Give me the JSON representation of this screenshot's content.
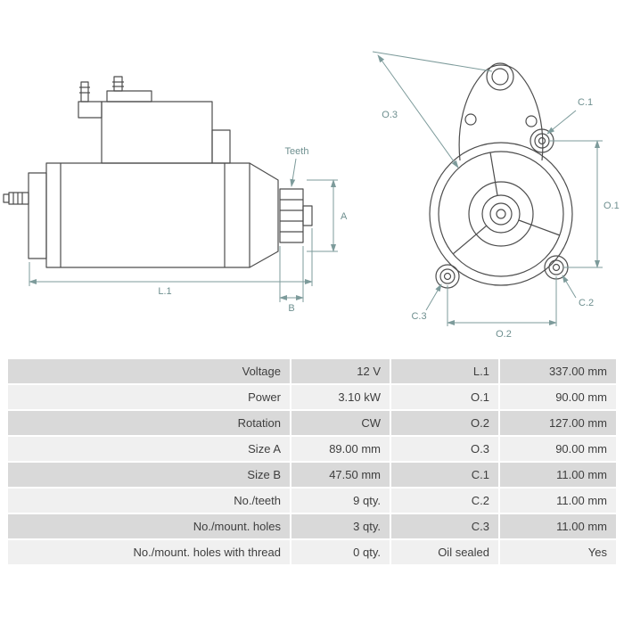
{
  "diagram": {
    "side_labels": {
      "teeth": "Teeth",
      "l1": "L.1",
      "b": "B",
      "a": "A"
    },
    "front_labels": {
      "o3": "O.3",
      "c1": "C.1",
      "o1": "O.1",
      "c2": "C.2",
      "c3": "C.3",
      "o2": "O.2"
    }
  },
  "table": {
    "rows": [
      {
        "c1": "Voltage",
        "c2": "12 V",
        "c3": "L.1",
        "c4": "337.00 mm"
      },
      {
        "c1": "Power",
        "c2": "3.10 kW",
        "c3": "O.1",
        "c4": "90.00 mm"
      },
      {
        "c1": "Rotation",
        "c2": "CW",
        "c3": "O.2",
        "c4": "127.00 mm"
      },
      {
        "c1": "Size A",
        "c2": "89.00 mm",
        "c3": "O.3",
        "c4": "90.00 mm"
      },
      {
        "c1": "Size B",
        "c2": "47.50 mm",
        "c3": "C.1",
        "c4": "11.00 mm"
      },
      {
        "c1": "No./teeth",
        "c2": "9 qty.",
        "c3": "C.2",
        "c4": "11.00 mm"
      },
      {
        "c1": "No./mount. holes",
        "c2": "3 qty.",
        "c3": "C.3",
        "c4": "11.00 mm"
      },
      {
        "c1": "No./mount. holes with thread",
        "c2": "0 qty.",
        "c3": "Oil sealed",
        "c4": "Yes"
      }
    ]
  },
  "colors": {
    "row_odd": "#d9d9d9",
    "row_even": "#f0f0f0",
    "dimension": "#6e8f8f",
    "drawing_line": "#4d4d4d"
  }
}
